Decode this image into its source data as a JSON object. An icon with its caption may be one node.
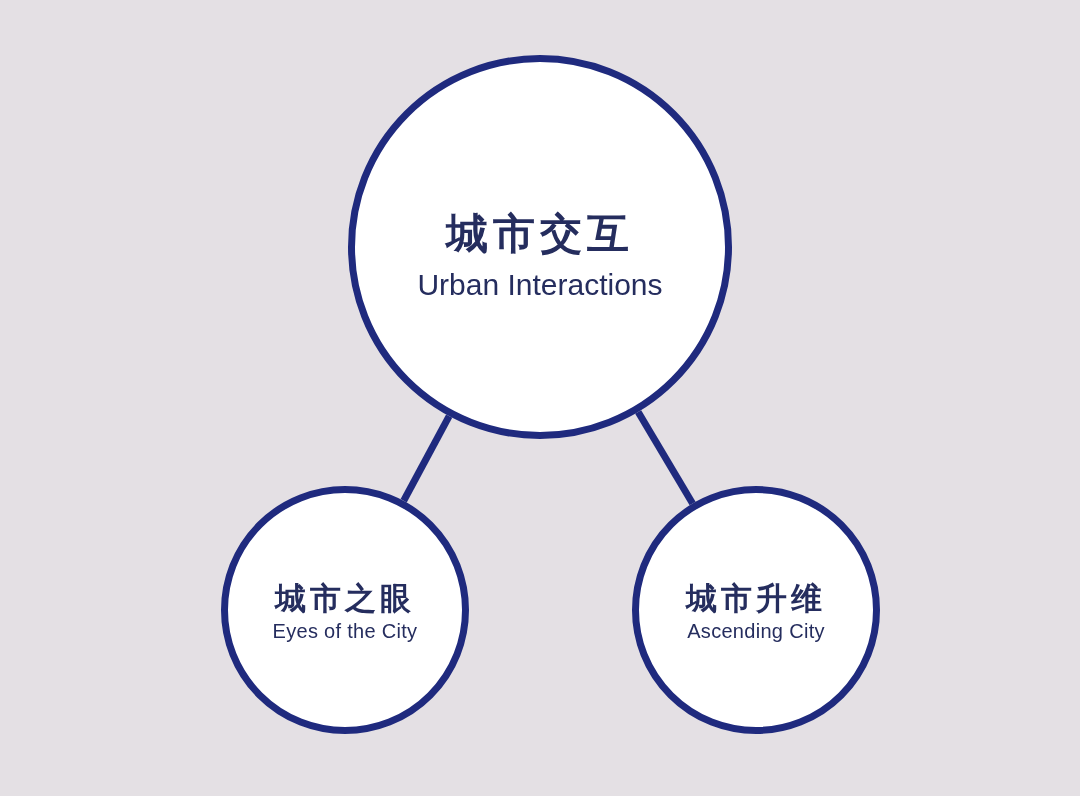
{
  "diagram": {
    "nodes": [
      {
        "text": [
          "城市交互",
          "Urban Interactions"
        ]
      },
      {
        "text": [
          "城市之眼",
          "Eyes of the City"
        ]
      },
      {
        "text": [
          "城市升维",
          "Ascending City"
        ]
      }
    ],
    "edges": [
      {
        "from": 0,
        "to": 1,
        "arrow": "none"
      },
      {
        "from": 0,
        "to": 2,
        "arrow": "none"
      }
    ]
  }
}
